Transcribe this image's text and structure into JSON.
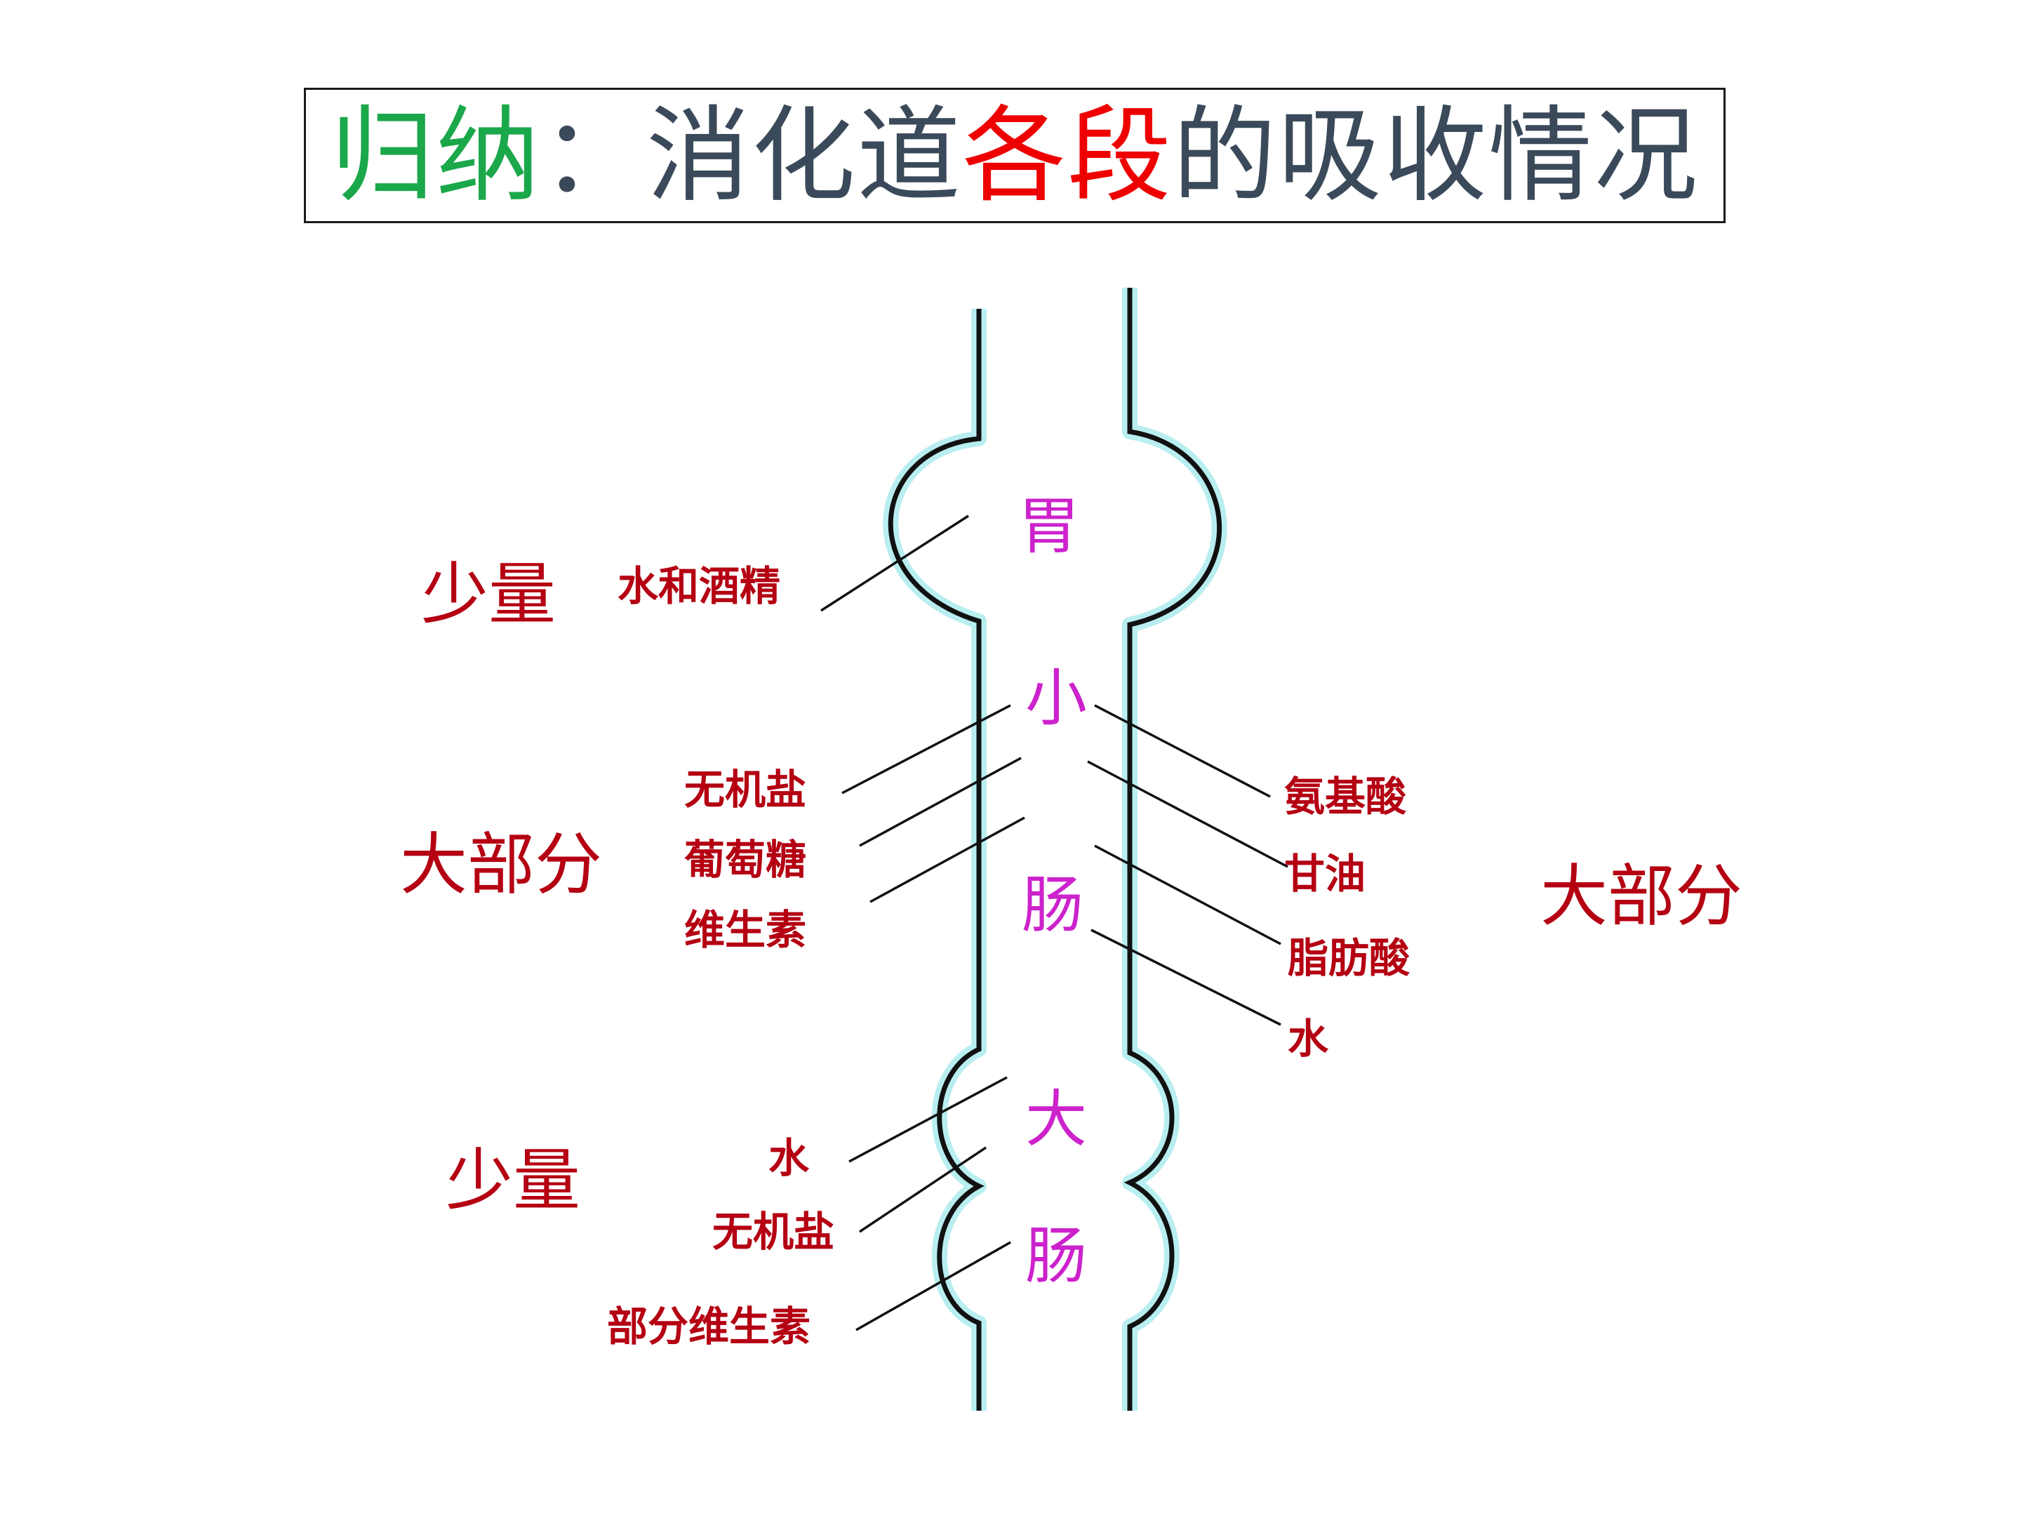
{
  "title": {
    "part1": "归纳",
    "part2": "：消化道",
    "part3": "各段",
    "part4": "的吸收情况"
  },
  "colors": {
    "title_green": "#1aa84a",
    "title_dark": "#3b4a5a",
    "title_red": "#ee0000",
    "organ_label": "#cc22cc",
    "item_label": "#b40012",
    "outline": "#111111",
    "glow": "#b9eef0"
  },
  "organs": {
    "stomach": "胃",
    "small_intestine_1": "小",
    "small_intestine_2": "肠",
    "large_intestine_1": "大",
    "large_intestine_2": "肠"
  },
  "stomach_side": {
    "amount": "少量",
    "item": "水和酒精"
  },
  "small_intestine_left": {
    "amount": "大部分",
    "items": [
      "无机盐",
      "葡萄糖",
      "维生素"
    ]
  },
  "small_intestine_right": {
    "amount": "大部分",
    "items": [
      "氨基酸",
      "甘油",
      "脂肪酸",
      "水"
    ]
  },
  "large_intestine_side": {
    "amount": "少量",
    "items": [
      "水",
      "无机盐",
      "部分维生素"
    ]
  }
}
